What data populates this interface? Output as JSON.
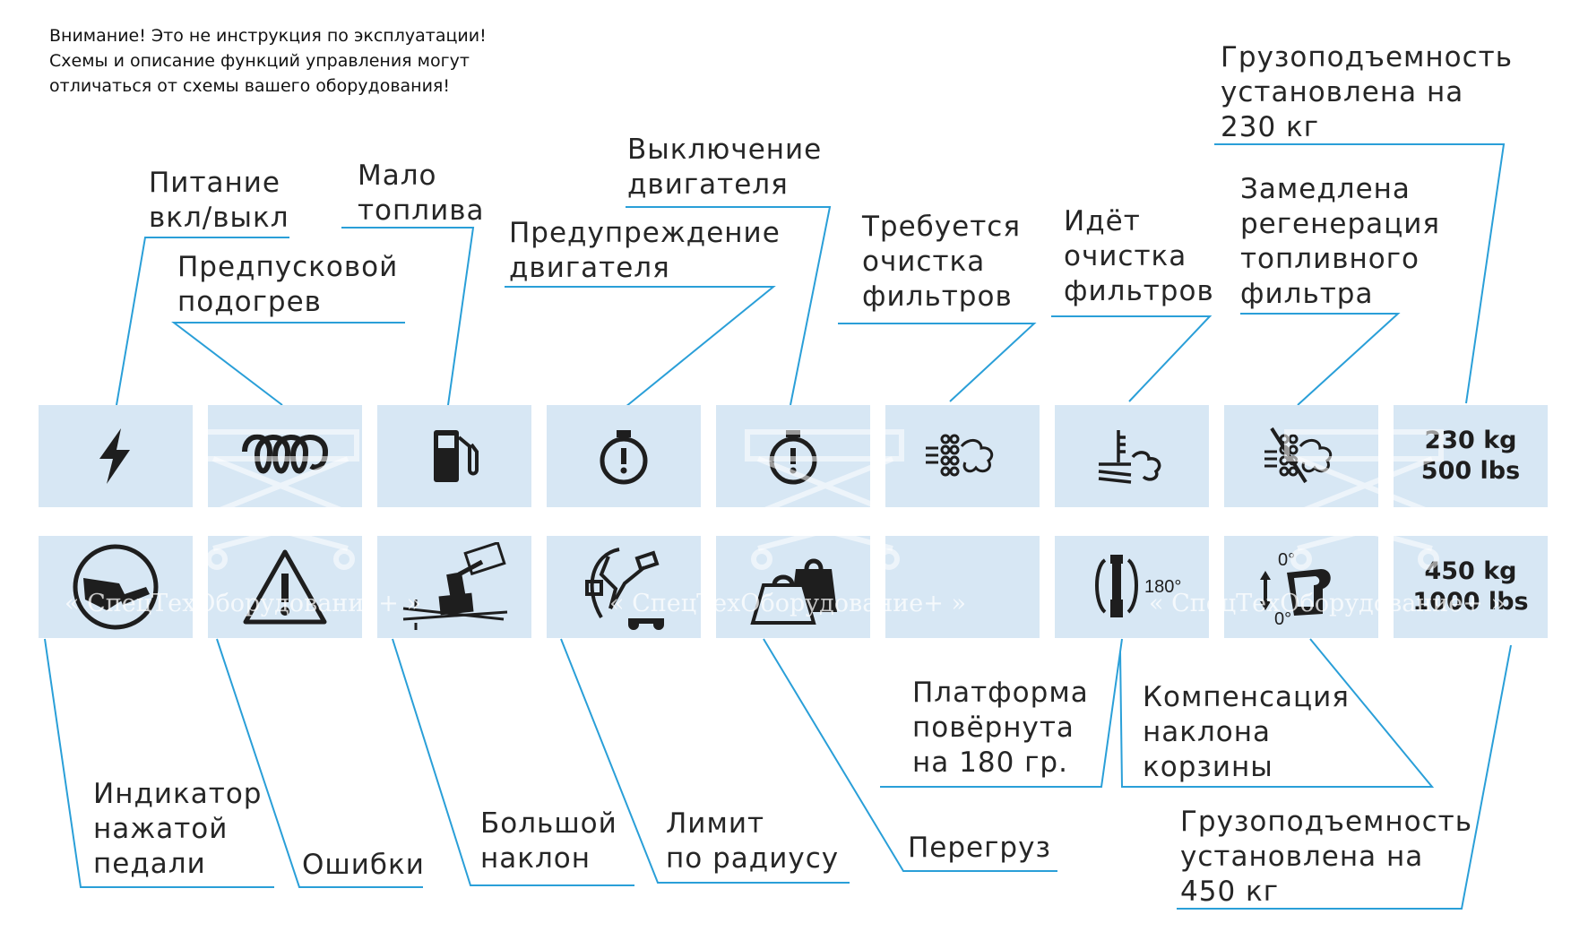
{
  "notice": [
    "Внимание! Это не инструкция по эксплуатации!",
    "Схемы и описание функций управления могут",
    "отличаться от схемы вашего оборудования!"
  ],
  "top_labels": {
    "power": "Питание\nвкл/выкл",
    "preheat": "Предпусковой\nподогрев",
    "low_fuel": "Мало\nтоплива",
    "engine_warning": "Предупреждение\nдвигателя",
    "engine_shutdown": "Выключение\nдвигателя",
    "filter_clean_required": "Требуется\nочистка\nфильтров",
    "filter_cleaning": "Идёт\nочистка\nфильтров",
    "regen_slowed": "Замедлена\nрегенерация\nтопливного\nфильтра",
    "capacity_230": "Грузоподъемность\nустановлена на\n230 кг"
  },
  "bottom_labels": {
    "pedal": "Индикатор\nнажатой\nпедали",
    "errors": "Ошибки",
    "tilt": "Большой\nнаклон",
    "radius_limit": "Лимит\nпо радиусу",
    "overload": "Перегруз",
    "platform_rotated": "Платформа\nповёрнута\nна 180 гр.",
    "basket_compensation": "Компенсация\nнаклона\nкорзины",
    "capacity_450": "Грузоподъемность\nустановлена на\n450 кг"
  },
  "panel": {
    "cap_230": [
      "230 kg",
      "500 lbs"
    ],
    "cap_450": [
      "450 kg",
      "1000 lbs"
    ],
    "rotate_deg": "180°",
    "angle_top": "0°",
    "angle_bottom": "0°"
  },
  "watermark": "« СпецТехОборудование+ »",
  "colors": {
    "cell_bg": "#d7e7f4",
    "leader_line": "#2a9fd8",
    "icon": "#1e1e1e",
    "text": "#262626"
  },
  "icons": {
    "power": "lightning-icon",
    "preheat": "glow-plug-coil-icon",
    "low_fuel": "fuel-pump-icon",
    "engine_warning": "engine-exclamation-icon",
    "engine_shutdown": "engine-stop-icon",
    "filter_clean_required": "filter-clean-icon",
    "filter_cleaning": "filter-regeneration-icon",
    "regen_slowed": "regeneration-slowed-icon",
    "pedal": "foot-pedal-icon",
    "errors": "warning-triangle-icon",
    "tilt": "tilt-icon",
    "radius_limit": "boom-radius-icon",
    "overload": "overload-weight-icon",
    "platform_rotated": "platform-rotate-icon",
    "basket_compensation": "basket-level-icon"
  }
}
